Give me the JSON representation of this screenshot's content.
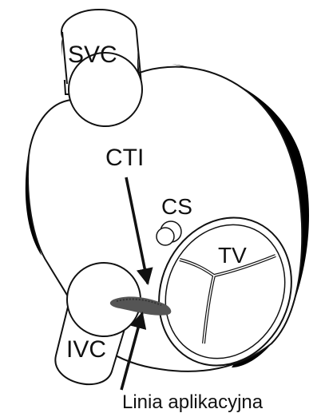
{
  "labels": {
    "svc": "SVC",
    "cti": "CTI",
    "cs": "CS",
    "tv": "TV",
    "ivc": "IVC",
    "application_line": "Linia aplikacyjna"
  },
  "colors": {
    "stroke": "#111111",
    "wall": "#000000",
    "fill": "#ffffff",
    "lesion": "#555555"
  }
}
